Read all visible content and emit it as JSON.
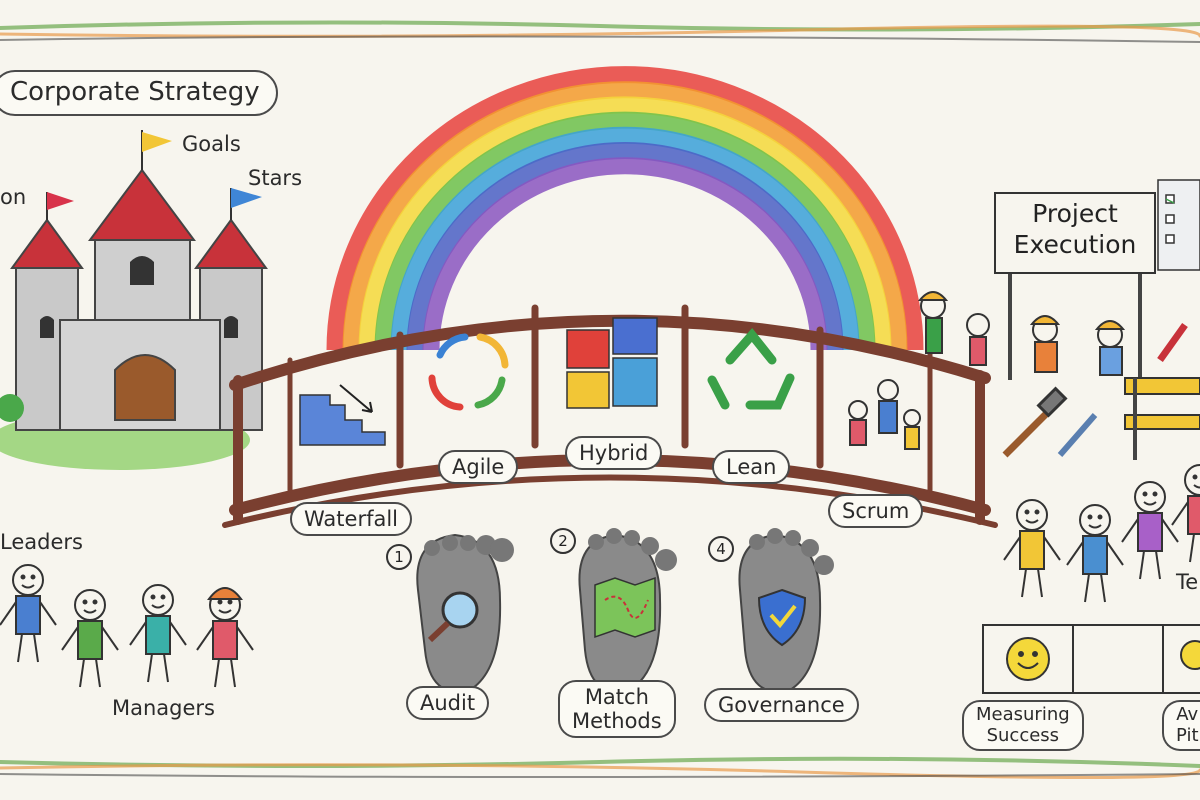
{
  "title": "Corporate Strategy",
  "castle_labels": {
    "goals": "Goals",
    "stars": "Stars",
    "vision_fragment": "on"
  },
  "people_labels": {
    "leaders": "Leaders",
    "managers": "Managers",
    "teams_fragment": "Te"
  },
  "bridge_methods": [
    {
      "label": "Waterfall",
      "icon": "stairs-icon"
    },
    {
      "label": "Agile",
      "icon": "cycle-arrows-icon"
    },
    {
      "label": "Hybrid",
      "icon": "puzzle-icon"
    },
    {
      "label": "Lean",
      "icon": "recycle-icon"
    },
    {
      "label": "Scrum",
      "icon": "team-icon"
    }
  ],
  "steps": [
    {
      "number": "1",
      "label": "Audit",
      "icon": "magnifier-icon"
    },
    {
      "number": "2",
      "label": "Match\nMethods",
      "icon": "map-icon"
    },
    {
      "number": "4",
      "label": "Governance",
      "icon": "shield-check-icon"
    }
  ],
  "execution_sign": {
    "line1": "Project",
    "line2": "Execution"
  },
  "metrics": {
    "measuring_success": "Measuring\nSuccess",
    "avoid_fragment": "Av\nPit"
  },
  "colors": {
    "rainbow": [
      "#e8413c",
      "#f39a2c",
      "#f4d83a",
      "#6cbf4a",
      "#3aa0d8",
      "#4a5fc4",
      "#8a55c0"
    ],
    "bridge": "#8a4b3a",
    "castle_roof": "#c8323a",
    "grass": "#7cc45a"
  }
}
